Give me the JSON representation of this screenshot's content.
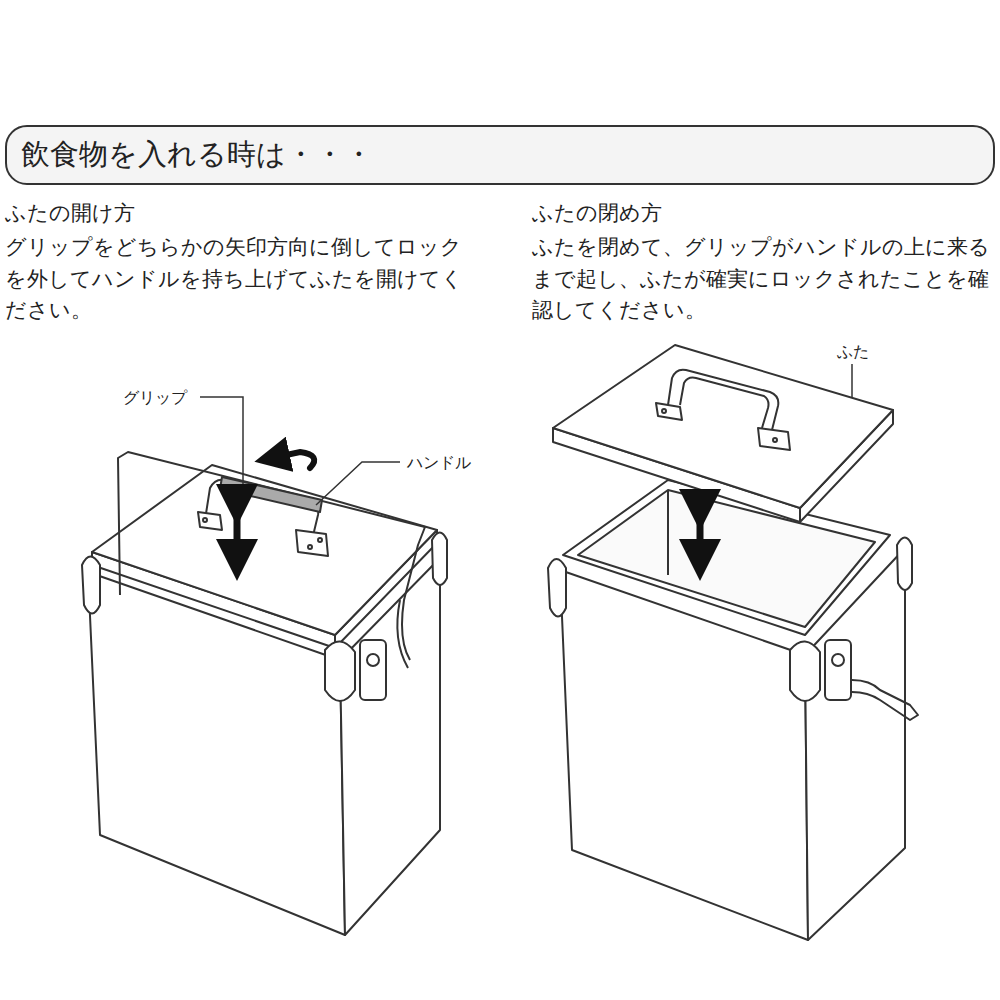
{
  "diagram": {
    "nodes": [
      {
        "text": [
          "飲食物を入れる時は・・・"
        ]
      }
    ],
    "labels": [
      "ふたの開け方",
      "グリップをどちらかの矢印方向に倒してロックを外してハンドルを持ち上げてふたを開けてください。",
      "ふたの閉め方",
      "ふたを閉めて、グリップがハンドルの上に来るまで起し、ふたが確実にロックされたことを確認してください。",
      "グリップ",
      "ハンドル",
      "ふた"
    ]
  }
}
